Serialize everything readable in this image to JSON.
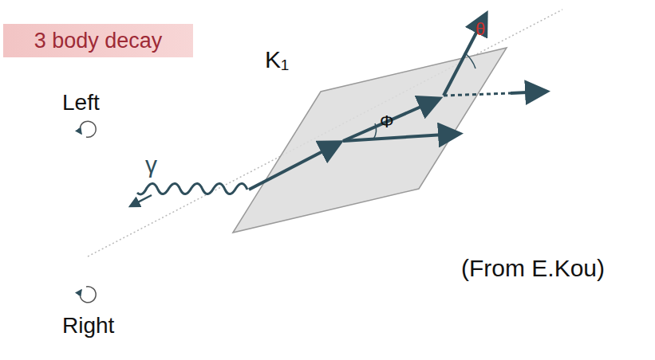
{
  "diagram": {
    "nodes": [
      {
        "text": [
          "3 body decay"
        ]
      }
    ],
    "labels": [
      "Left",
      "Right",
      "γ",
      "K₁",
      "Φ",
      "θ",
      "(From E.Kou)"
    ]
  }
}
